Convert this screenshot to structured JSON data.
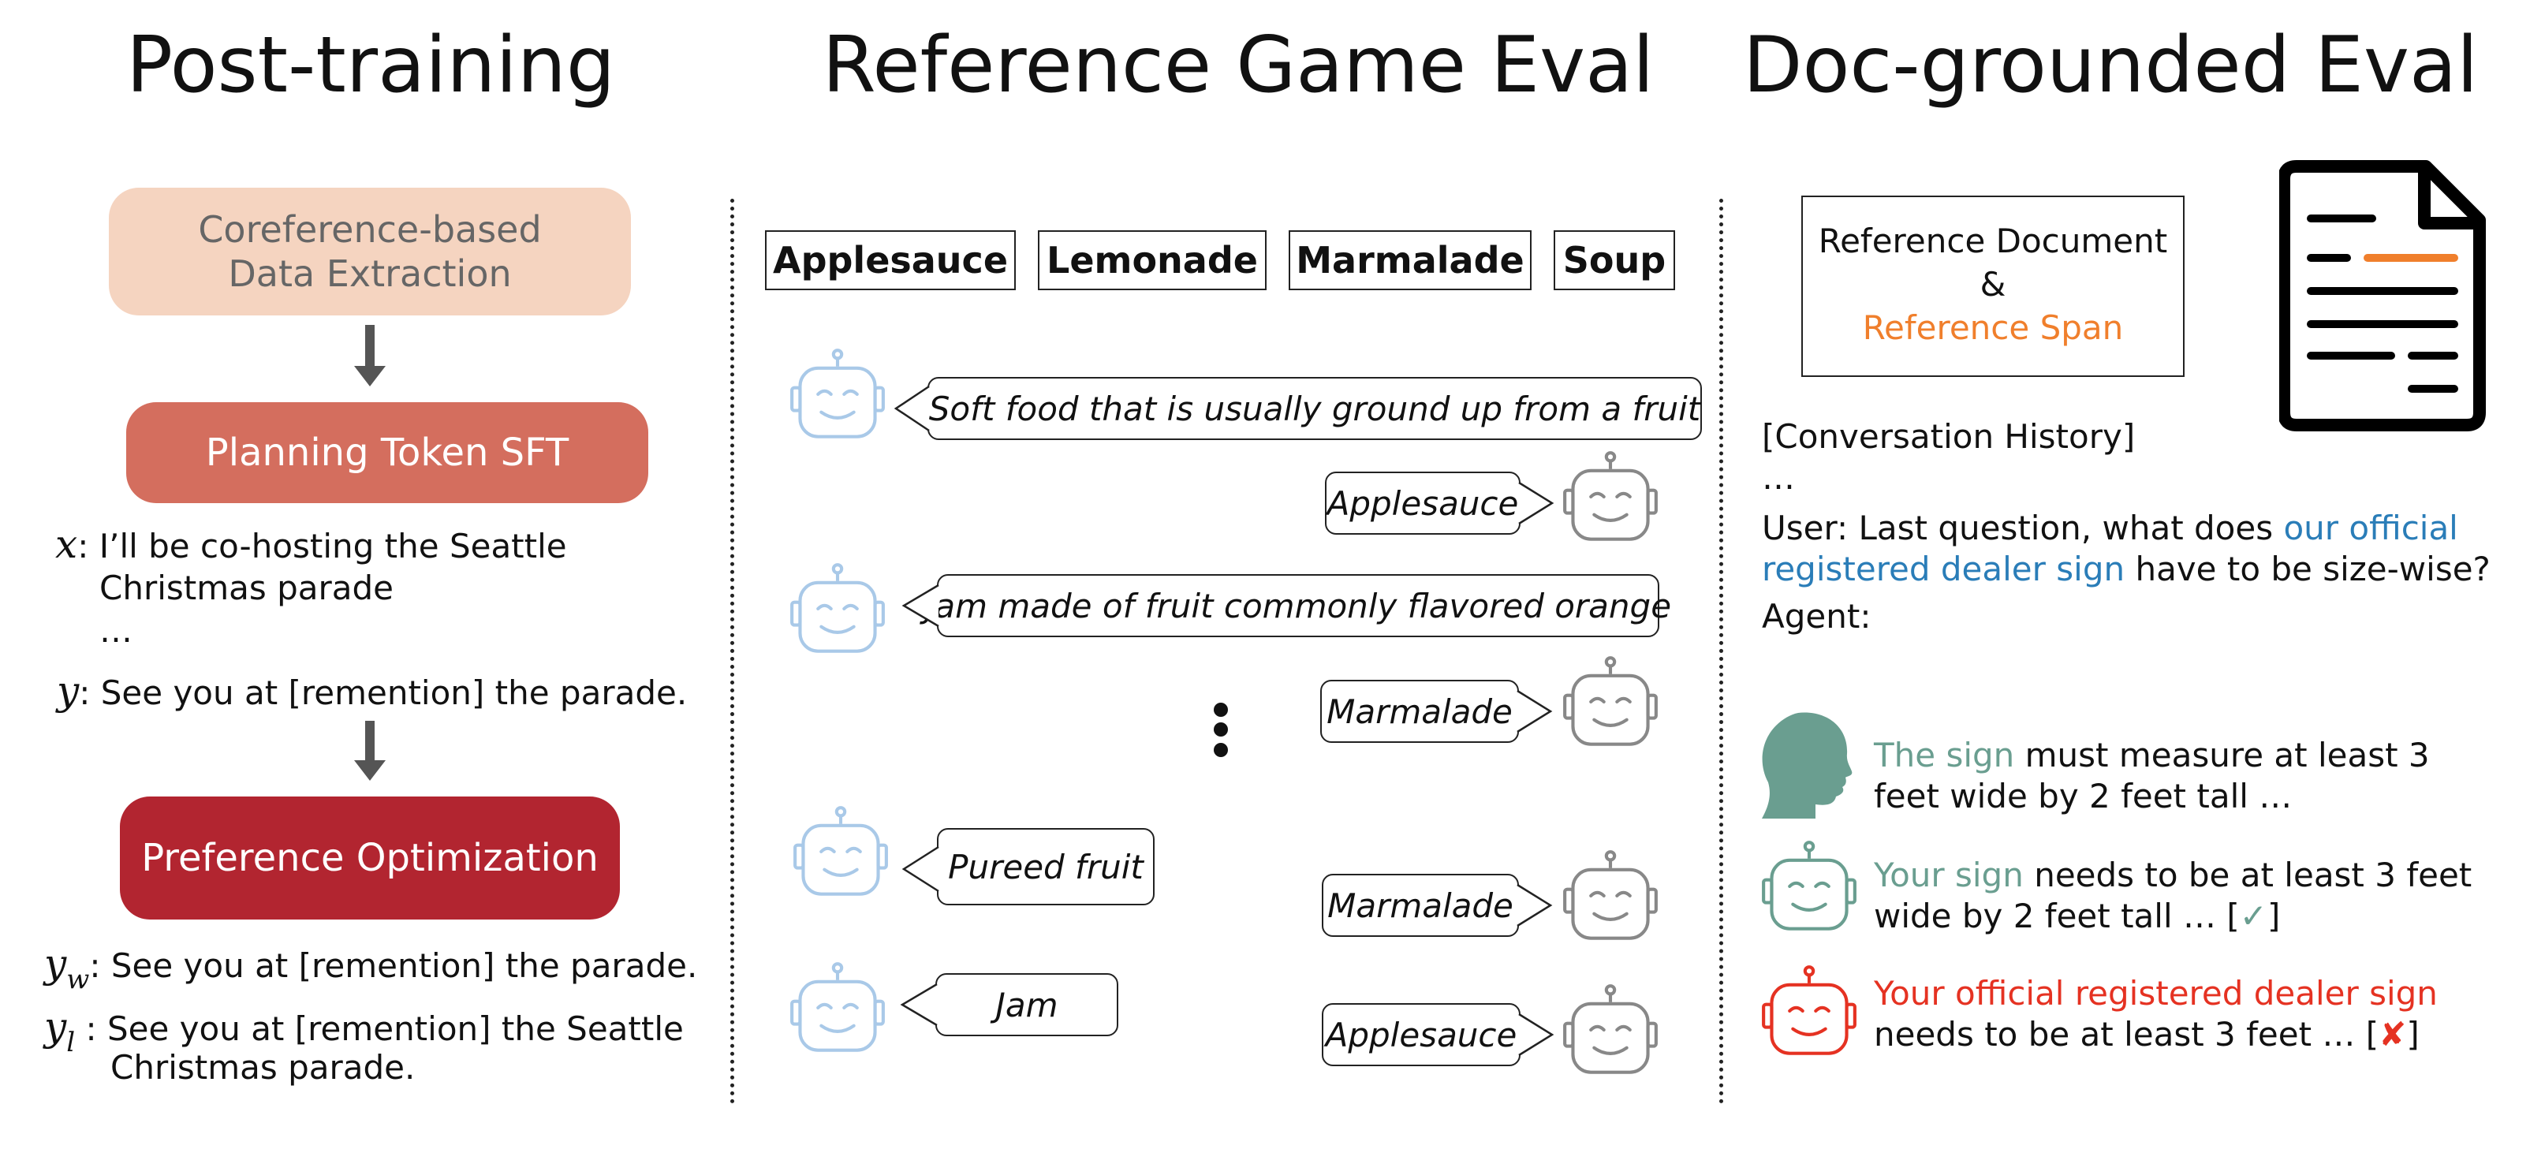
{
  "titles": {
    "post_training": "Post-training",
    "reference_game": "Reference Game Eval",
    "doc_grounded": "Doc-grounded Eval"
  },
  "post_training": {
    "stage1": "Coreference-based\nData Extraction",
    "stage2": "Planning Token SFT",
    "stage3": "Preference Optimization",
    "colors": {
      "stage1_bg": "#f5d4c0",
      "stage1_text": "#666666",
      "stage2_bg": "#d46e5e",
      "stage3_bg": "#b22530"
    },
    "example_sft": {
      "x_var": "x",
      "x_text": ": I’ll be co-hosting the Seattle",
      "x_text_cont": "Christmas parade",
      "ellipsis": "…",
      "y_var": "y",
      "y_text": ": See you at [remention] the parade."
    },
    "example_pref": {
      "yw_var": "y",
      "yw_sub": "w",
      "yw_text": ": See you at [remention] the parade.",
      "yl_var": "y",
      "yl_sub": "l",
      "yl_text": " : See you at [remention] the Seattle",
      "yl_text_cont": "Christmas parade."
    }
  },
  "reference_game": {
    "candidates": [
      "Applesauce",
      "Lemonade",
      "Marmalade",
      "Soup"
    ],
    "turns": [
      {
        "speaker": "describer",
        "text": "Soft food that is usually ground up from a fruit"
      },
      {
        "speaker": "guesser",
        "text": "Applesauce"
      },
      {
        "speaker": "describer",
        "text": "Jam made of fruit commonly flavored orange"
      },
      {
        "speaker": "guesser",
        "text": "Marmalade"
      },
      {
        "speaker": "describer",
        "text": "Pureed fruit"
      },
      {
        "speaker": "guesser",
        "text": "Marmalade"
      },
      {
        "speaker": "describer",
        "text": "Jam"
      },
      {
        "speaker": "guesser",
        "text": "Applesauce"
      }
    ],
    "colors": {
      "describer_bot": "#a9c9e8",
      "guesser_bot": "#888888"
    }
  },
  "doc_grounded": {
    "ref_doc_line1": "Reference Document",
    "ref_doc_line2": "&",
    "ref_doc_line3": "Reference Span",
    "history_label": "[Conversation History]",
    "ellipsis": "…",
    "user_prefix": "User: Last question, what does ",
    "user_span": "our official",
    "user_span_cont": "registered dealer sign",
    "user_suffix": " have to be size-wise?",
    "agent_label": "Agent:",
    "responses": [
      {
        "icon": "human-head-icon",
        "highlight": "The sign",
        "line1_rest": " must measure at least 3",
        "line2": "feet wide by 2 feet tall …",
        "mark": ""
      },
      {
        "icon": "robot-icon",
        "highlight": "Your sign",
        "line1_rest": " needs to be at least 3 feet",
        "line2": "wide by 2 feet tall … [",
        "mark": "✓",
        "close": "]"
      },
      {
        "icon": "robot-icon",
        "highlight": "Your official registered dealer sign",
        "line1_rest": "",
        "line2": "needs to be at least 3 feet … [",
        "mark": "✘",
        "close": "]"
      }
    ],
    "colors": {
      "span_orange": "#f07f2c",
      "span_blue": "#2a7db8",
      "teal": "#6a9e90",
      "red": "#e53222"
    }
  }
}
